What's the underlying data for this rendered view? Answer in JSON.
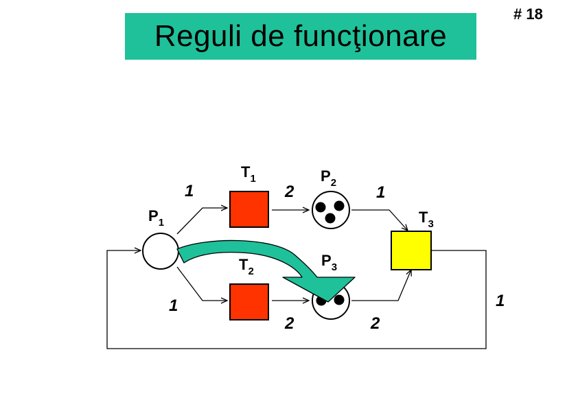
{
  "slide_number": "# 18",
  "title": "Reguli de funcţionare",
  "colors": {
    "title_bg": "#1fc19a",
    "transition_enabled": "#ff3300",
    "transition_t3": "#ffff00",
    "arrow_fill": "#1fc19a"
  },
  "places": [
    {
      "name": "P",
      "sub": "1",
      "tokens": 0
    },
    {
      "name": "P",
      "sub": "2",
      "tokens": 3
    },
    {
      "name": "P",
      "sub": "3",
      "tokens": 2
    }
  ],
  "transitions": [
    {
      "name": "T",
      "sub": "1"
    },
    {
      "name": "T",
      "sub": "2"
    },
    {
      "name": "T",
      "sub": "3"
    }
  ],
  "weights": {
    "p1_t1": "1",
    "t1_p2": "2",
    "p2_t3": "1",
    "p1_t2": "1",
    "t2_p3": "2",
    "p3_t3": "2",
    "t3_p1": "1"
  }
}
